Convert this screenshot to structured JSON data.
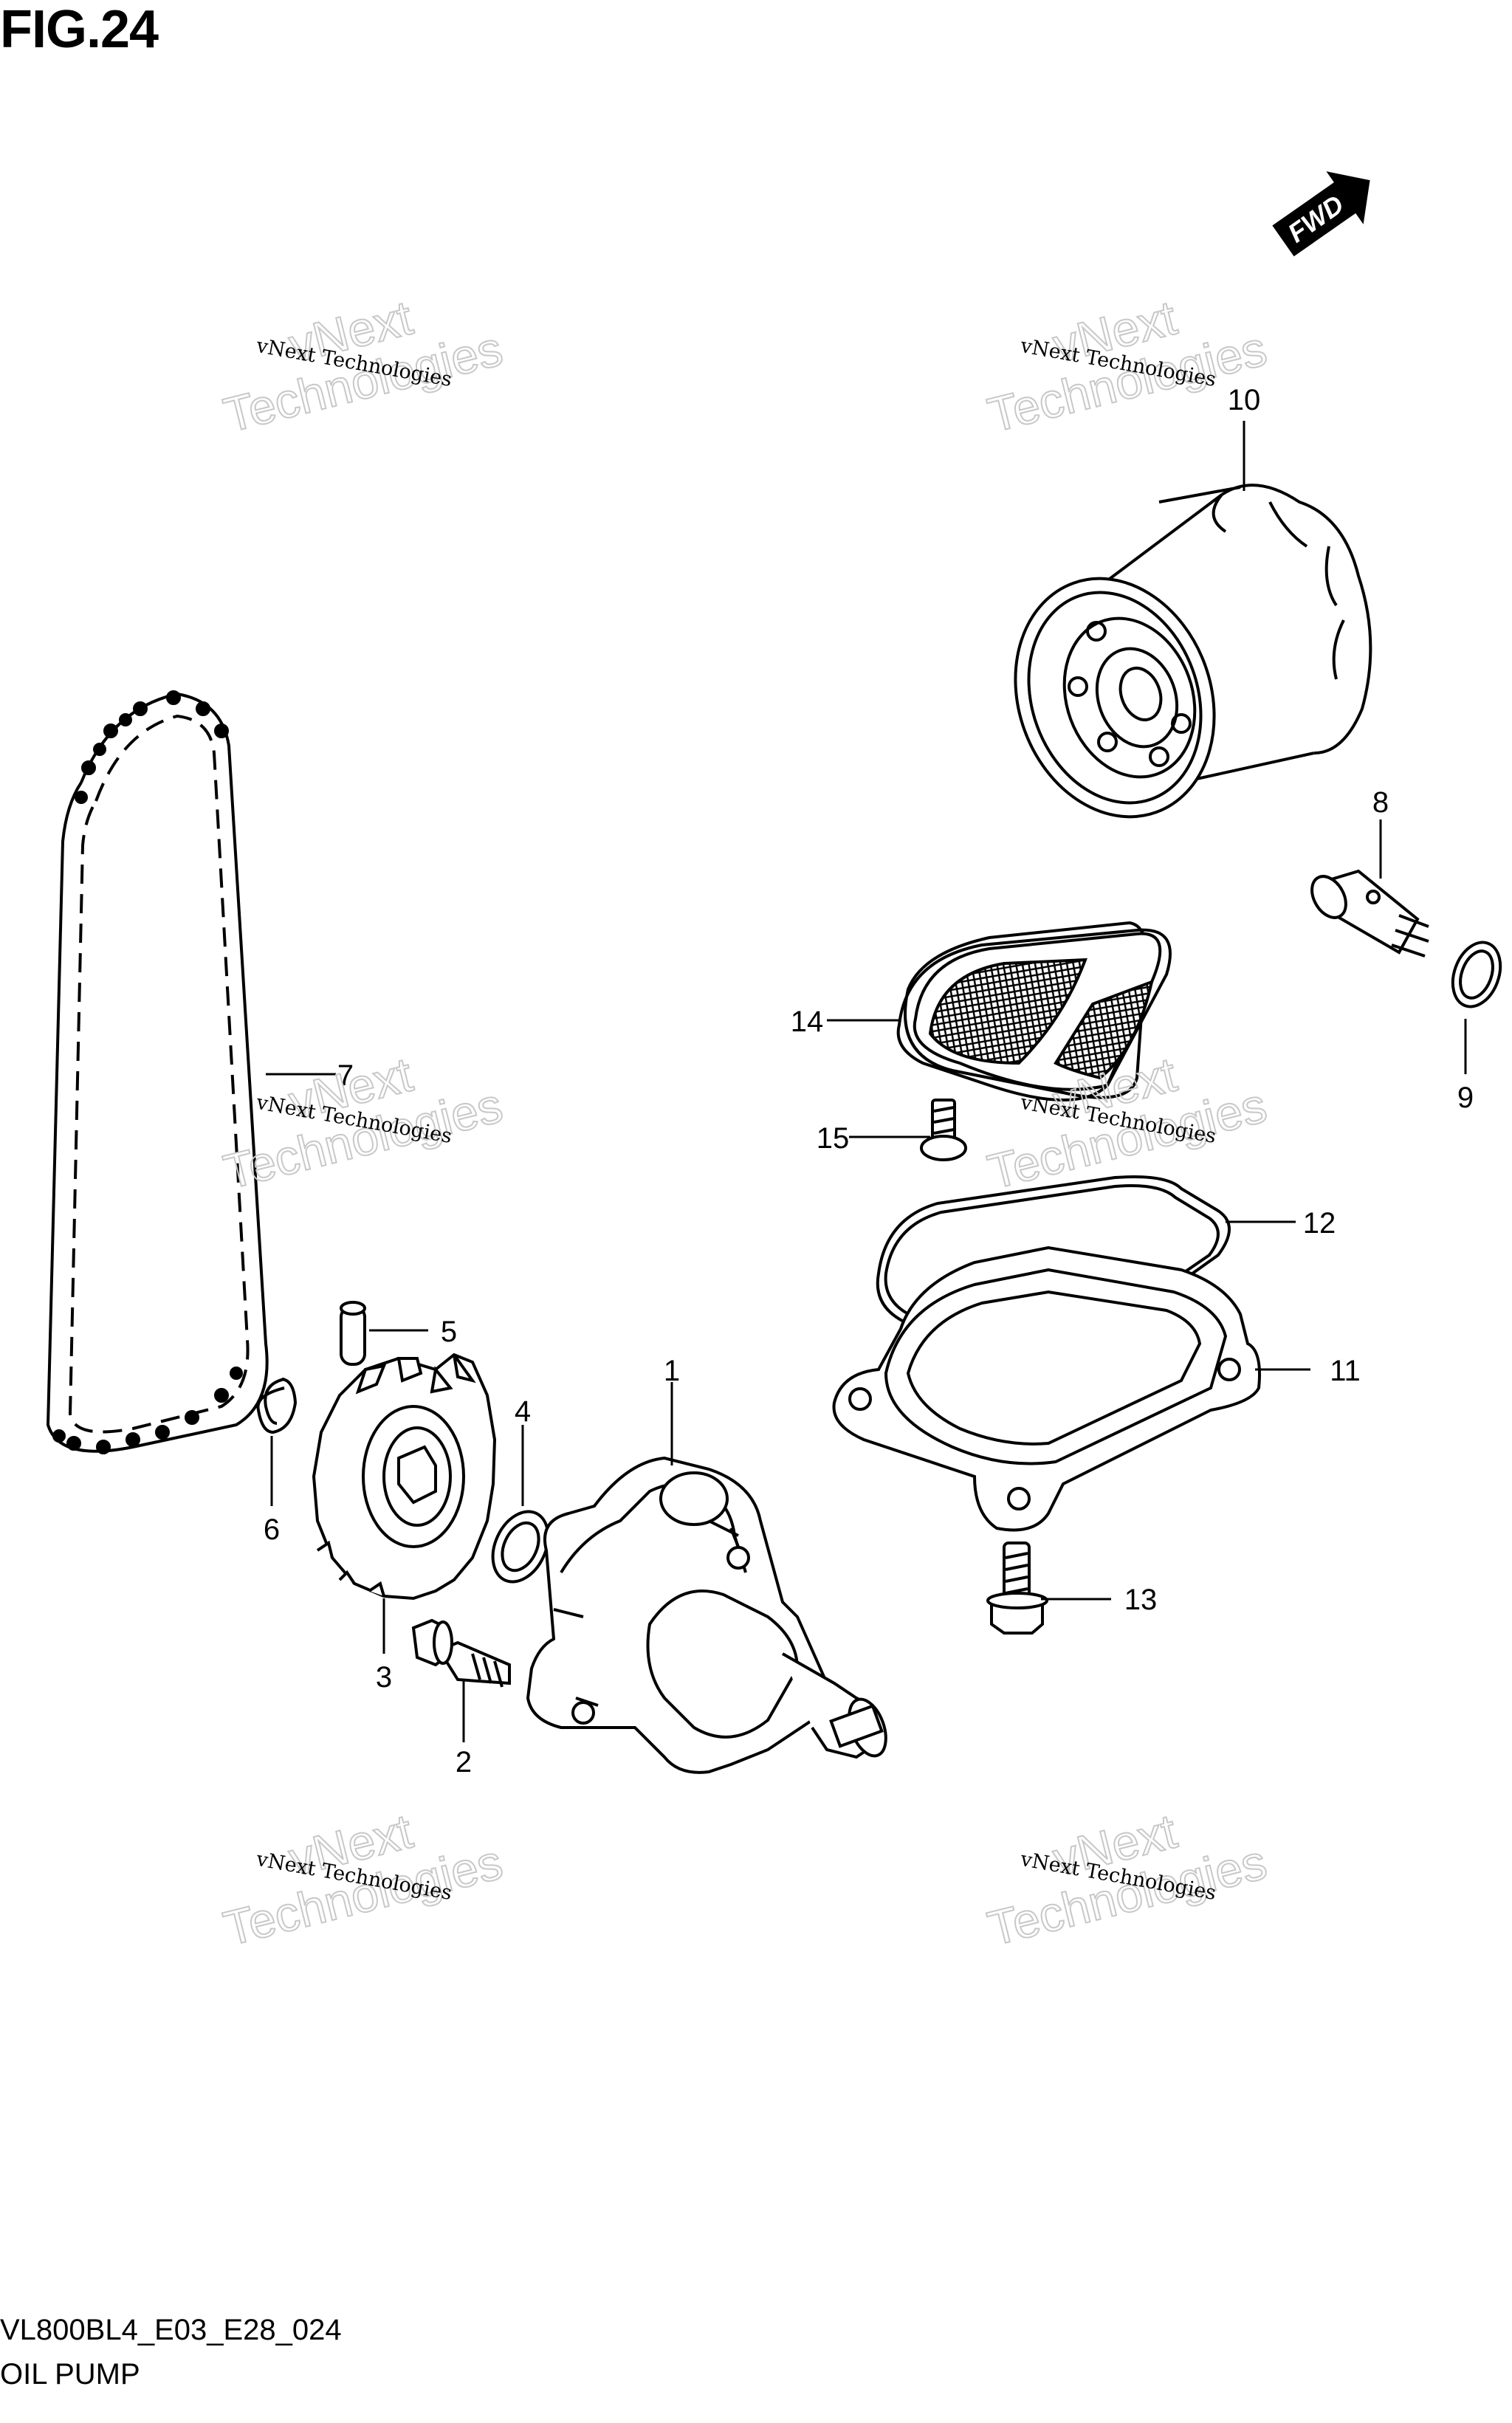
{
  "figure": {
    "title": "FIG.24",
    "code": "VL800BL4_E03_E28_024",
    "name": "OIL PUMP"
  },
  "direction_badge": {
    "label": "FWD",
    "icon": "forward-arrow-icon"
  },
  "watermark": {
    "line1": "vNext",
    "line2": "Technologies",
    "small": "vNext Technologies"
  },
  "callouts": [
    {
      "number": "1"
    },
    {
      "number": "2"
    },
    {
      "number": "3"
    },
    {
      "number": "4"
    },
    {
      "number": "5"
    },
    {
      "number": "6"
    },
    {
      "number": "7"
    },
    {
      "number": "8"
    },
    {
      "number": "9"
    },
    {
      "number": "10"
    },
    {
      "number": "11"
    },
    {
      "number": "12"
    },
    {
      "number": "13"
    },
    {
      "number": "14"
    },
    {
      "number": "15"
    }
  ],
  "colors": {
    "line": "#000000",
    "background": "#ffffff",
    "watermark": "#c8c8c8"
  }
}
